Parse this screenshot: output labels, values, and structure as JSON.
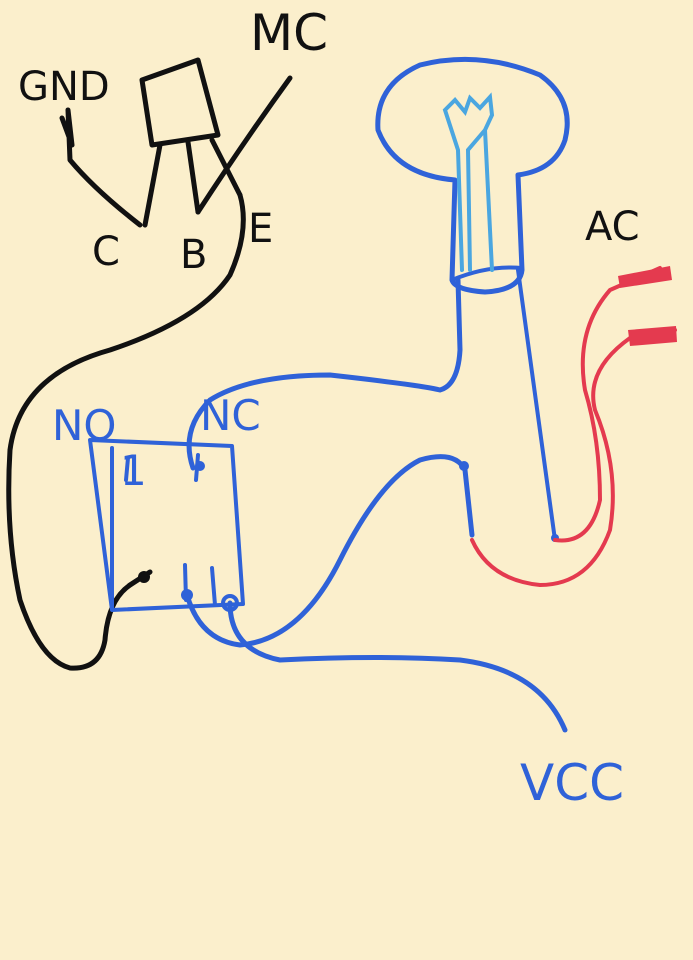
{
  "labels": {
    "gnd": "GND",
    "mc": "MC",
    "collector": "C",
    "base": "B",
    "emitter": "E",
    "ac": "AC",
    "no": "NO",
    "nc": "NC",
    "vcc": "VCC",
    "relay_pin": "1"
  },
  "colors": {
    "background": "#fbefcc",
    "black_wire": "#111111",
    "blue_wire": "#2f62d8",
    "filament": "#4aa6e0",
    "red_wire": "#e43a4f"
  }
}
